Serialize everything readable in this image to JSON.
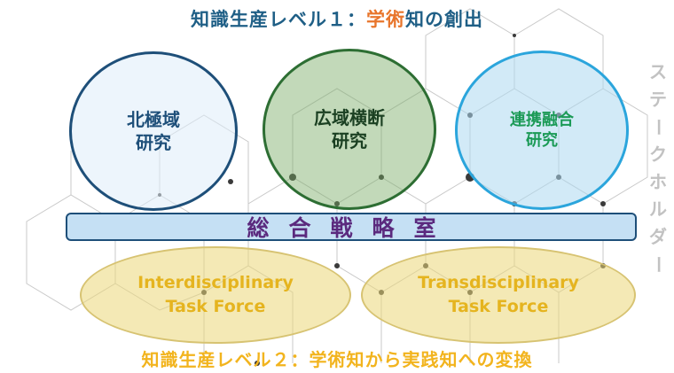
{
  "title_top": {
    "prefix": "知識生産レベル１：",
    "highlight": "学術",
    "suffix": "知の創出"
  },
  "circles": [
    {
      "line1": "北極域",
      "line2": "研究"
    },
    {
      "line1": "広域横断",
      "line2": "研究"
    },
    {
      "line1": "連携融合",
      "line2": "研究"
    }
  ],
  "bar_label": "総合戦略室",
  "task_forces": [
    {
      "line1": "Interdisciplinary",
      "line2": "Task Force"
    },
    {
      "line1": "Transdisciplinary",
      "line2": "Task Force"
    }
  ],
  "stakeholder": [
    "ス",
    "テ",
    "ー",
    "ク",
    "ホ",
    "ル",
    "ダ",
    "ー"
  ],
  "title_bottom": "知識生産レベル２：学術知から実践知への変換",
  "colors": {
    "title_blue": "#1f5f86",
    "title_orange": "#e8752b",
    "bar_text_purple": "#5b2a7e",
    "task_force_gold": "#e5b41f",
    "bottom_title_gold": "#f2b41e"
  }
}
